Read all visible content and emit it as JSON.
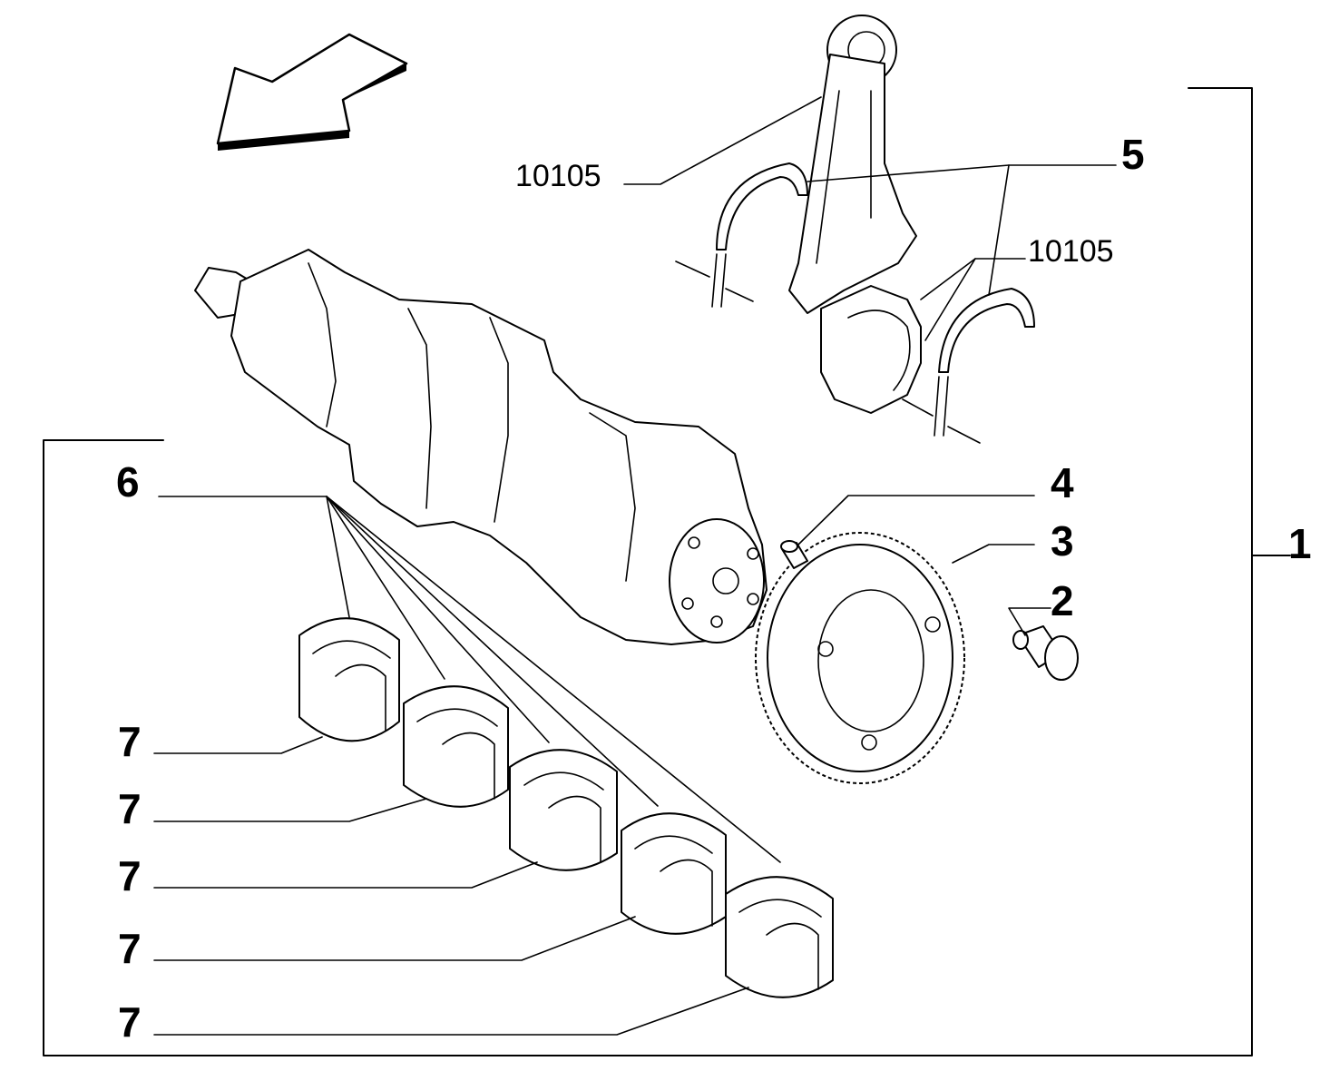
{
  "labels": {
    "item_1": "1",
    "item_2": "2",
    "item_3": "3",
    "item_4": "4",
    "item_5": "5",
    "item_6": "6",
    "item_7": [
      "7",
      "7",
      "7",
      "7",
      "7"
    ],
    "ref_upper": "10105",
    "ref_lower": "10105"
  },
  "icons": {
    "direction_arrow": "direction-arrow-icon"
  },
  "colors": {
    "ink": "#000000",
    "background": "#ffffff"
  }
}
